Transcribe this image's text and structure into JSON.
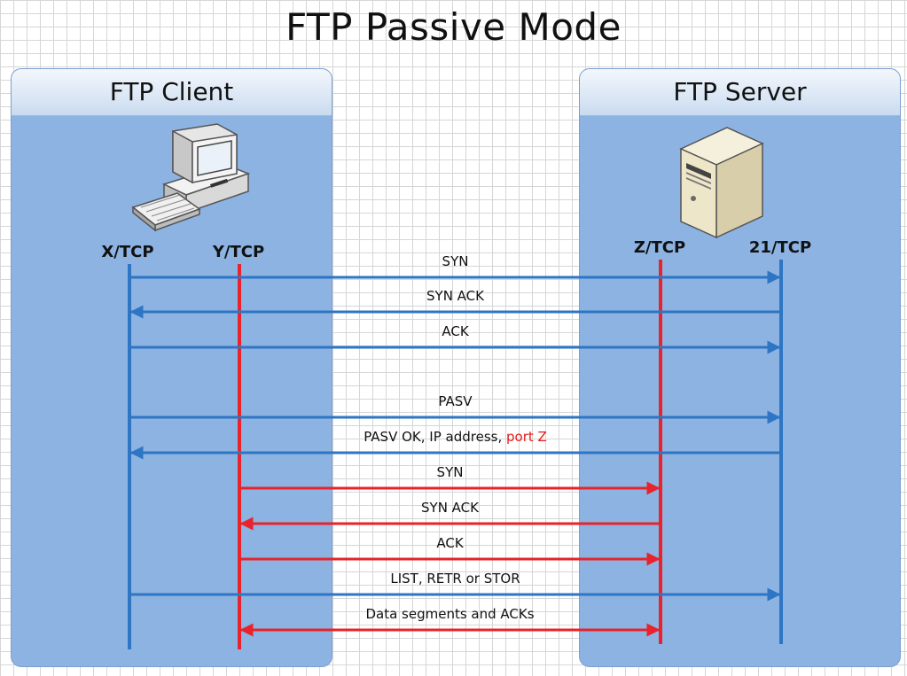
{
  "title": "FTP Passive Mode",
  "client": {
    "header": "FTP Client",
    "icon": "desktop-computer-icon"
  },
  "server": {
    "header": "FTP Server",
    "icon": "tower-server-icon"
  },
  "ports": {
    "x": "X/TCP",
    "y": "Y/TCP",
    "z": "Z/TCP",
    "p21": "21/TCP"
  },
  "colors": {
    "control": "#2e75c4",
    "data": "#e8232b",
    "panel": "#8db3e2",
    "highlight": "#e21b1b"
  },
  "messages": [
    {
      "label": "SYN",
      "from": "X/TCP",
      "to": "21/TCP",
      "channel": "control"
    },
    {
      "label": "SYN ACK",
      "from": "21/TCP",
      "to": "X/TCP",
      "channel": "control"
    },
    {
      "label": "ACK",
      "from": "X/TCP",
      "to": "21/TCP",
      "channel": "control"
    },
    {
      "label": "PASV",
      "from": "X/TCP",
      "to": "21/TCP",
      "channel": "control"
    },
    {
      "label": "PASV OK, IP address, ",
      "label_highlight": "port Z",
      "from": "21/TCP",
      "to": "X/TCP",
      "channel": "control"
    },
    {
      "label": "SYN",
      "from": "Y/TCP",
      "to": "Z/TCP",
      "channel": "data"
    },
    {
      "label": "SYN ACK",
      "from": "Z/TCP",
      "to": "Y/TCP",
      "channel": "data"
    },
    {
      "label": "ACK",
      "from": "Y/TCP",
      "to": "Z/TCP",
      "channel": "data"
    },
    {
      "label": "LIST, RETR or STOR",
      "from": "X/TCP",
      "to": "21/TCP",
      "channel": "control"
    },
    {
      "label": "Data segments and ACKs",
      "from": "Y/TCP",
      "to": "Z/TCP",
      "channel": "data",
      "bidirectional": true
    }
  ]
}
